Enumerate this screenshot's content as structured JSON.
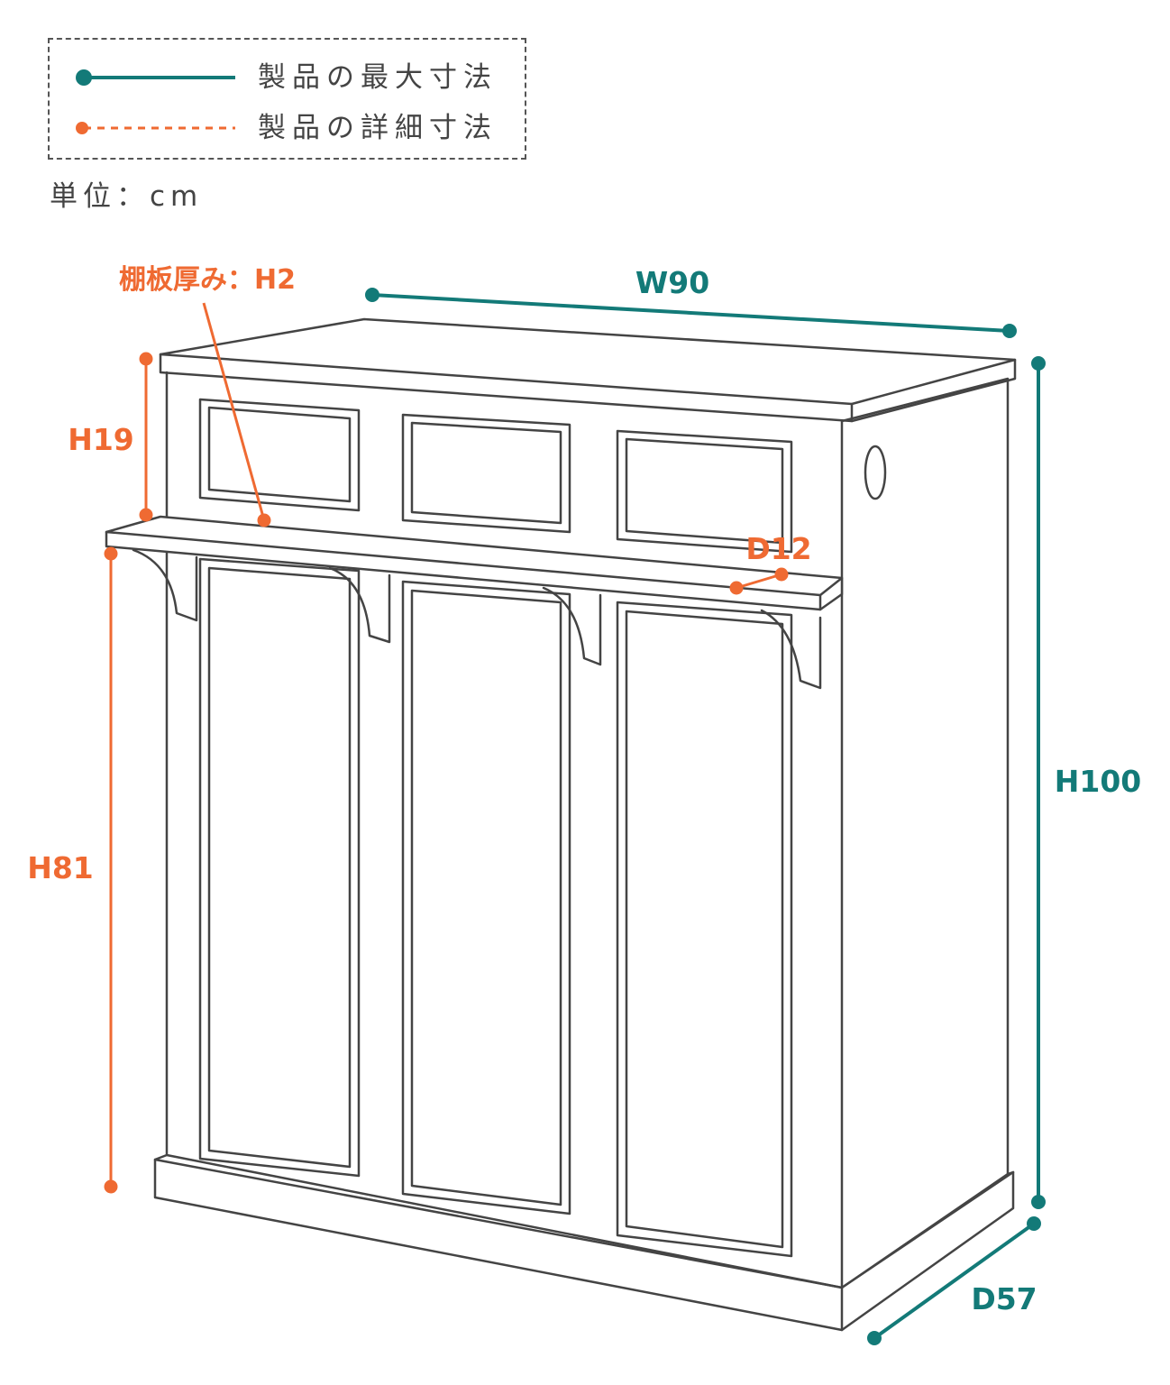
{
  "legend": {
    "max_label": "製品の最大寸法",
    "detail_label": "製品の詳細寸法"
  },
  "unit_label": "単位：cm",
  "dimensions": {
    "width": "W90",
    "height_total": "H100",
    "depth": "D57",
    "shelf_thickness": "棚板厚み：H2",
    "upper_height": "H19",
    "lower_height": "H81",
    "shelf_depth": "D12"
  },
  "colors": {
    "max_dimension": "#137a78",
    "detail_dimension": "#ef6a32",
    "outline": "#444444",
    "text": "#444444"
  }
}
